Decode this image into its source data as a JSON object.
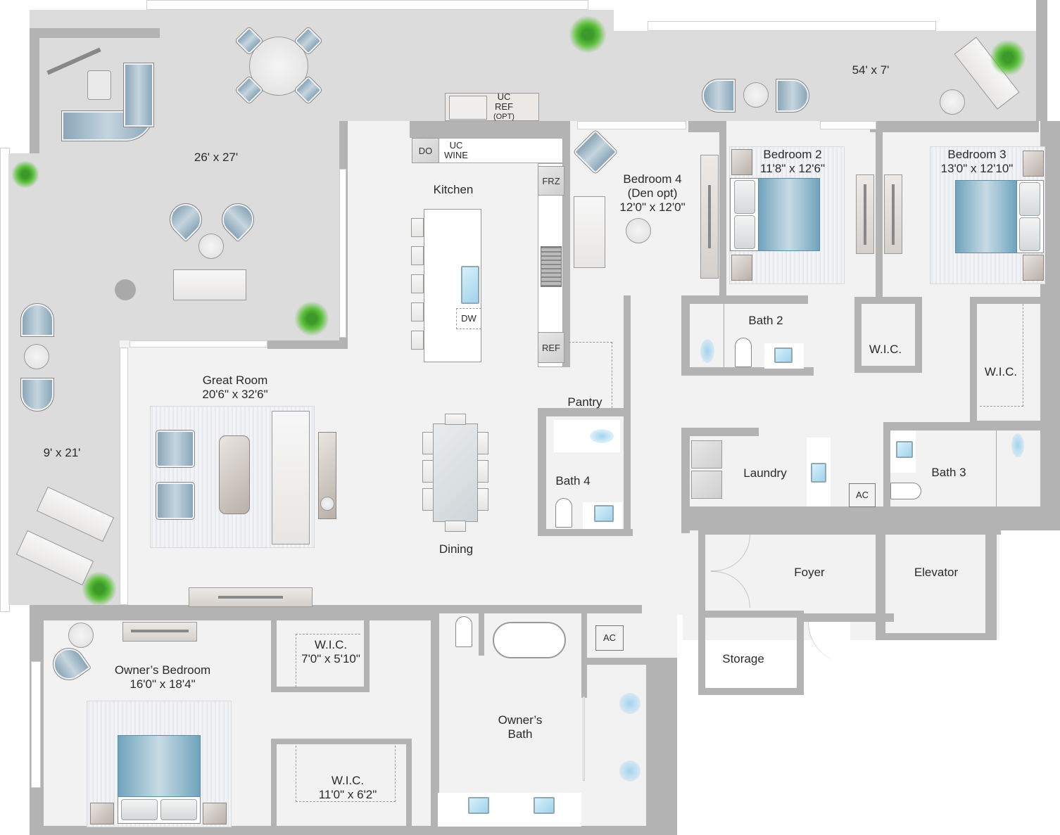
{
  "floorplan": {
    "colors": {
      "terrace": "#dcdcdc",
      "wall": "#b3b3b3",
      "interior_floor": "#f2f2f2",
      "bed_blue": "#6fa3bd",
      "chair_blue": "#8aa6b8",
      "plant_green": "#4caf33",
      "water_blue": "#9fd3ec"
    },
    "terraces": [
      {
        "id": "terrace-main",
        "dimensions": "26' x 27'"
      },
      {
        "id": "terrace-north",
        "dimensions": "54' x 7'"
      },
      {
        "id": "terrace-west",
        "dimensions": "9' x 21'"
      }
    ],
    "rooms": {
      "kitchen": {
        "name": "Kitchen"
      },
      "great_room": {
        "name": "Great Room",
        "dimensions": "20'6\" x 32'6\""
      },
      "dining": {
        "name": "Dining"
      },
      "bedroom4": {
        "name": "Bedroom 4",
        "subtitle": "(Den opt)",
        "dimensions": "12'0\" x 12'0\""
      },
      "bedroom2": {
        "name": "Bedroom 2",
        "dimensions": "11'8\" x 12'6\""
      },
      "bedroom3": {
        "name": "Bedroom 3",
        "dimensions": "13'0\" x 12'10\""
      },
      "bath2": {
        "name": "Bath 2"
      },
      "bath3": {
        "name": "Bath 3"
      },
      "bath4": {
        "name": "Bath 4"
      },
      "wic_bed2": {
        "name": "W.I.C."
      },
      "wic_bed3": {
        "name": "W.I.C."
      },
      "pantry": {
        "name": "Pantry"
      },
      "laundry": {
        "name": "Laundry"
      },
      "foyer": {
        "name": "Foyer"
      },
      "elevator": {
        "name": "Elevator"
      },
      "storage": {
        "name": "Storage"
      },
      "owners_bedroom": {
        "name": "Owner’s Bedroom",
        "dimensions": "16'0\" x 18'4\""
      },
      "owners_wic1": {
        "name": "W.I.C.",
        "dimensions": "7'0\" x 5'10\""
      },
      "owners_wic2": {
        "name": "W.I.C.",
        "dimensions": "11'0\" x 6'2\""
      },
      "owners_bath": {
        "name": "Owner’s",
        "name2": "Bath"
      }
    },
    "appliances": {
      "uc_ref": {
        "line1": "UC",
        "line2": "REF",
        "line3": "(OPT)"
      },
      "do": "DO",
      "uc_wine": {
        "line1": "UC",
        "line2": "WINE"
      },
      "frz": "FRZ",
      "ref": "REF",
      "dw": "DW",
      "ac_laundry": "AC",
      "ac_owners": "AC"
    }
  }
}
